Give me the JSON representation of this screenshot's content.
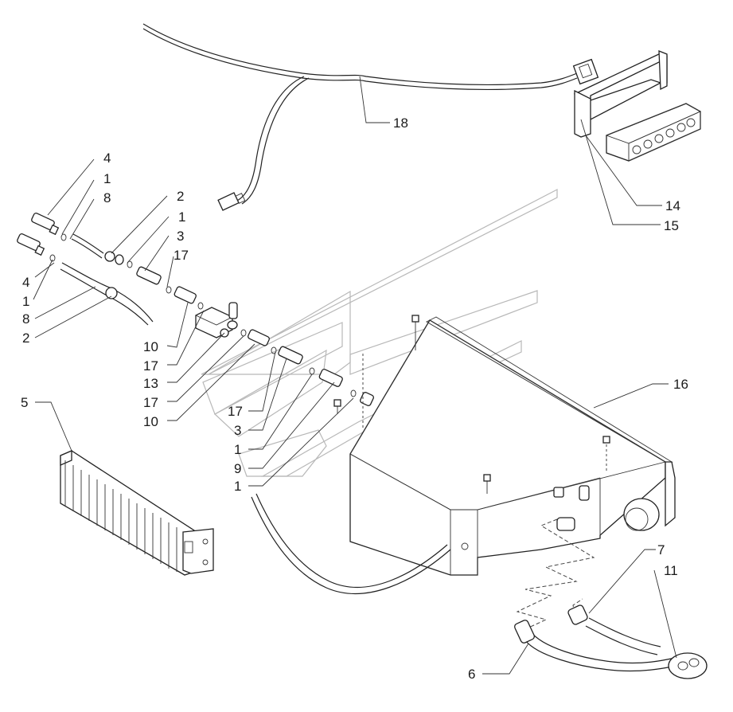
{
  "callouts": [
    {
      "id": "c18",
      "label": "18"
    },
    {
      "id": "c14",
      "label": "14"
    },
    {
      "id": "c15",
      "label": "15"
    },
    {
      "id": "c4a",
      "label": "4"
    },
    {
      "id": "c1a",
      "label": "1"
    },
    {
      "id": "c8a",
      "label": "8"
    },
    {
      "id": "c2a",
      "label": "2"
    },
    {
      "id": "c1b",
      "label": "1"
    },
    {
      "id": "c3a",
      "label": "3"
    },
    {
      "id": "c17a",
      "label": "17"
    },
    {
      "id": "c4b",
      "label": "4"
    },
    {
      "id": "c1c",
      "label": "1"
    },
    {
      "id": "c8b",
      "label": "8"
    },
    {
      "id": "c2b",
      "label": "2"
    },
    {
      "id": "c10a",
      "label": "10"
    },
    {
      "id": "c17b",
      "label": "17"
    },
    {
      "id": "c13",
      "label": "13"
    },
    {
      "id": "c17c",
      "label": "17"
    },
    {
      "id": "c10b",
      "label": "10"
    },
    {
      "id": "c17d",
      "label": "17"
    },
    {
      "id": "c3b",
      "label": "3"
    },
    {
      "id": "c1d",
      "label": "1"
    },
    {
      "id": "c9",
      "label": "9"
    },
    {
      "id": "c1e",
      "label": "1"
    },
    {
      "id": "c5",
      "label": "5"
    },
    {
      "id": "c16",
      "label": "16"
    },
    {
      "id": "c7",
      "label": "7"
    },
    {
      "id": "c11",
      "label": "11"
    },
    {
      "id": "c6",
      "label": "6"
    }
  ],
  "colors": {
    "line": "#222222",
    "watermark": "#b8b8b8",
    "background": "#ffffff"
  }
}
